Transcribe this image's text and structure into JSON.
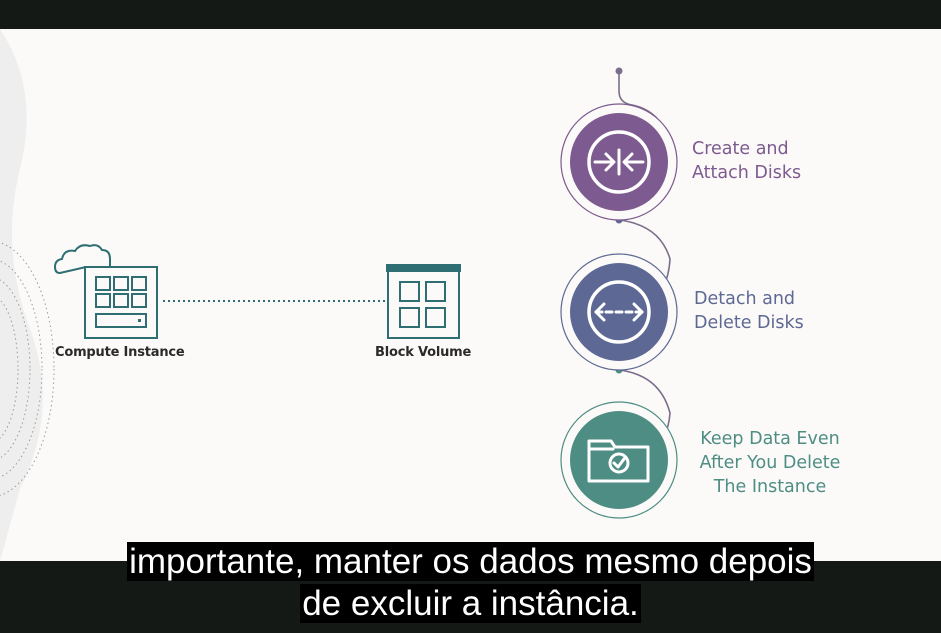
{
  "diagram": {
    "compute": {
      "label": "Compute Instance",
      "icon": "compute-instance-icon"
    },
    "block": {
      "label": "Block Volume",
      "icon": "block-volume-icon"
    },
    "steps": [
      {
        "lines": [
          "Create and",
          "Attach Disks"
        ],
        "color": "#7d5a8f",
        "icon": "arrows-inward-icon"
      },
      {
        "lines": [
          "Detach and",
          "Delete Disks"
        ],
        "color": "#5e6894",
        "icon": "arrows-outward-icon"
      },
      {
        "lines": [
          "Keep Data Even",
          "After You Delete",
          "The Instance"
        ],
        "color": "#4e8d84",
        "icon": "folder-check-icon"
      }
    ]
  },
  "caption": {
    "line1": "importante, manter os dados mesmo depois",
    "line2": "de excluir a instância."
  }
}
